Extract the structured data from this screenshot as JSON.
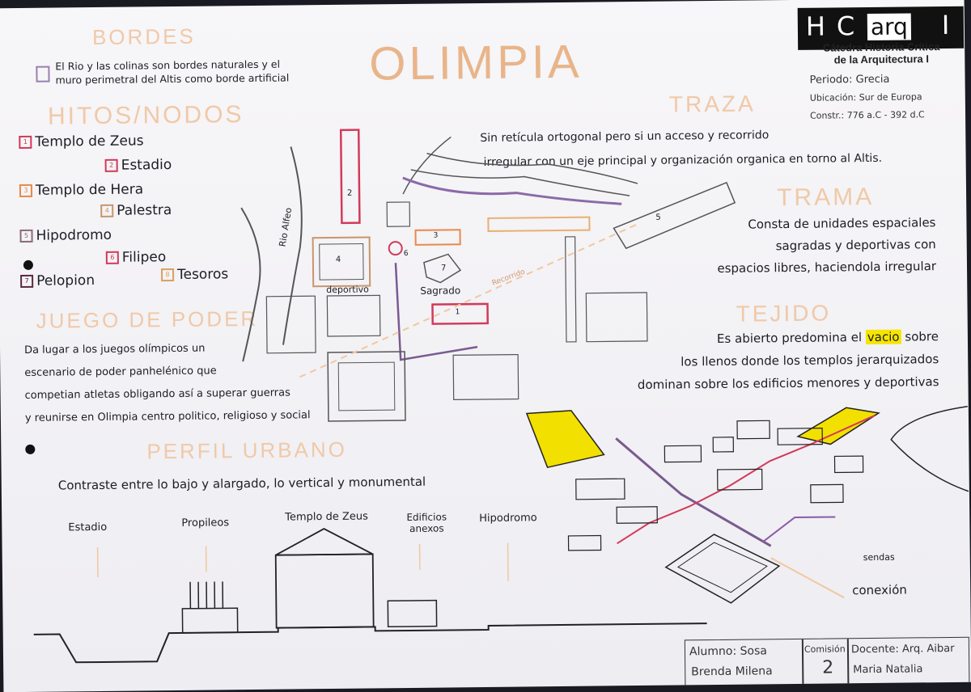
{
  "title": "OLIMPIA",
  "logo": {
    "letters": [
      "H",
      "C"
    ],
    "arq": "arq",
    "bar": "I"
  },
  "catedra": [
    "Cátedra Historia Crítica",
    "de la Arquitectura I"
  ],
  "info": {
    "periodo": "Periodo: Grecia",
    "ubicacion": "Ubicación: Sur de Europa",
    "const": "Constr.: 776 a.C - 392 d.C"
  },
  "sections": {
    "bordes": {
      "heading": "BORDES",
      "text": "El Rio y las colinas son bordes naturales y el muro perimetral del Altis como borde artificial"
    },
    "hitos": {
      "heading": "HITOS/NODOS"
    },
    "juego": {
      "heading": "JUEGO DE PODER",
      "lines": [
        "Da lugar a los juegos olímpicos un",
        "escenario de poder panhelénico que",
        "competian atletas obligando así a superar guerras",
        "y reunirse en Olimpia centro politico, religioso y social"
      ]
    },
    "perfil": {
      "heading": "PERFIL URBANO",
      "text": "Contraste entre lo bajo y alargado, lo vertical y monumental"
    },
    "traza": {
      "heading": "TRAZA",
      "lines": [
        "Sin retícula ortogonal pero si un acceso y recorrido",
        "irregular con un eje principal y organización organica en torno al Altis."
      ]
    },
    "trama": {
      "heading": "TRAMA",
      "lines": [
        "Consta de unidades espaciales",
        "sagradas y deportivas con",
        "espacios libres, haciendola irregular"
      ]
    },
    "tejido": {
      "heading": "TEJIDO",
      "line1_pre": "Es abierto predomina el",
      "line1_highlight": "vacio",
      "line1_post": "sobre",
      "lines": [
        "los llenos donde los templos jerarquizados",
        "dominan sobre los edificios menores y deportivas"
      ]
    }
  },
  "legend": [
    {
      "num": "1",
      "label": "Templo de Zeus",
      "color": "#d23a5a"
    },
    {
      "num": "2",
      "label": "Estadio",
      "color": "#d23a5a"
    },
    {
      "num": "3",
      "label": "Templo de Hera",
      "color": "#e8894a"
    },
    {
      "num": "4",
      "label": "Palestra",
      "color": "#c9956a"
    },
    {
      "num": "5",
      "label": "Hipodromo",
      "color": "#8a6b78"
    },
    {
      "num": "6",
      "label": "Filipeo",
      "color": "#d23a5a"
    },
    {
      "num": "7",
      "label": "Pelopion",
      "color": "#5a2a3a"
    },
    {
      "num": "8",
      "label": "Tesoros",
      "color": "#d9a060"
    }
  ],
  "map_labels": {
    "rio": "Rio Alfeo",
    "deportivo": "deportivo",
    "sagrado": "Sagrado",
    "recorrido": "Recorrido",
    "n1": "1",
    "n2": "2",
    "n3": "3",
    "n4": "4",
    "n5": "5",
    "n6": "6",
    "n7": "7"
  },
  "profile_labels": [
    "Estadio",
    "Propileos",
    "Templo de Zeus",
    "Edificios anexos",
    "Hipodromo"
  ],
  "axo_labels": {
    "sendas": "sendas",
    "conexion": "conexión"
  },
  "footer": {
    "alumno_label": "Alumno:",
    "alumno_name": "Sosa",
    "alumno_name2": "Brenda Milena",
    "comision_label": "Comisión",
    "comision_value": "2",
    "docente_label": "Docente:",
    "docente_value": "Arq. Aibar",
    "docente_value2": "Maria Natalia"
  }
}
